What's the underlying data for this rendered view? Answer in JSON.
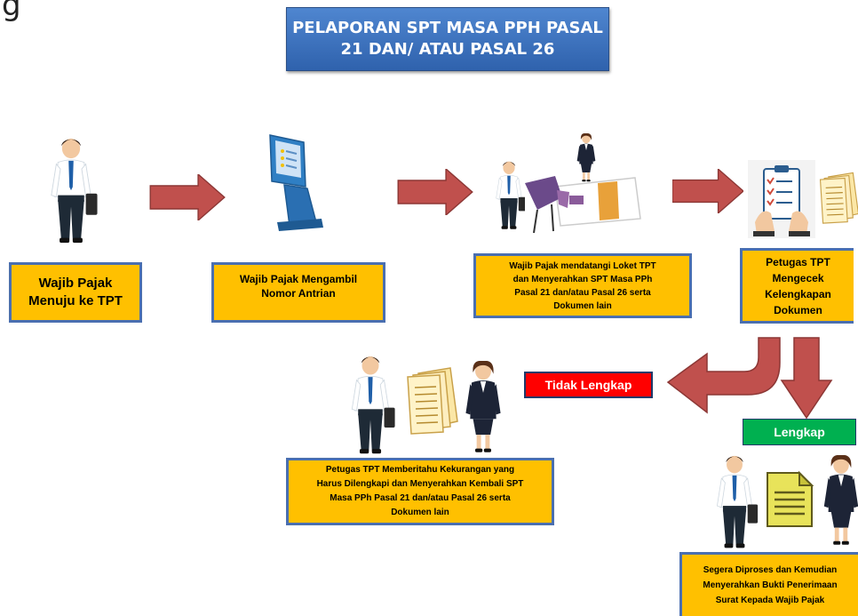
{
  "corner": {
    "letter": "g"
  },
  "title": {
    "line1": "PELAPORAN SPT MASA PPH PASAL",
    "line2": "21 DAN/ ATAU PASAL 26"
  },
  "steps": {
    "s1": {
      "line1": "Wajib Pajak",
      "line2": "Menuju ke TPT"
    },
    "s2": {
      "line1": "Wajib Pajak Mengambil",
      "line2": "Nomor Antrian"
    },
    "s3": {
      "line1": "Wajib Pajak mendatangi Loket TPT",
      "line2": "dan Menyerahkan SPT Masa  PPh",
      "line3": "Pasal 21 dan/atau Pasal 26 serta",
      "line4": "Dokumen lain"
    },
    "s4": {
      "line1": "Petugas TPT",
      "line2": "Mengecek",
      "line3": "Kelengkapan",
      "line4": "Dokumen"
    },
    "s5": {
      "line1": "Petugas TPT Memberitahu Kekurangan yang",
      "line2": "Harus Dilengkapi dan Menyerahkan Kembali SPT",
      "line3": "Masa PPh Pasal 21 dan/atau Pasal 26 serta",
      "line4": "Dokumen lain"
    },
    "s6": {
      "line1": "Segera Diproses dan Kemudian",
      "line2": "Menyerahkan Bukti Penerimaan",
      "line3": "Surat Kepada Wajib Pajak"
    }
  },
  "statuses": {
    "tidak_lengkap": {
      "label": "Tidak Lengkap",
      "color": "#ff0000"
    },
    "lengkap": {
      "label": "Lengkap",
      "color": "#00b050"
    }
  },
  "colors": {
    "box_fill": "#ffc000",
    "box_border": "#4a6fb0",
    "arrow": "#c0504d",
    "title_fill": "#3c70be"
  },
  "icons": [
    "businessman-icon",
    "queue-kiosk-icon",
    "service-counter-icon",
    "checklist-icon",
    "documents-icon",
    "businesswoman-icon",
    "file-icon"
  ]
}
